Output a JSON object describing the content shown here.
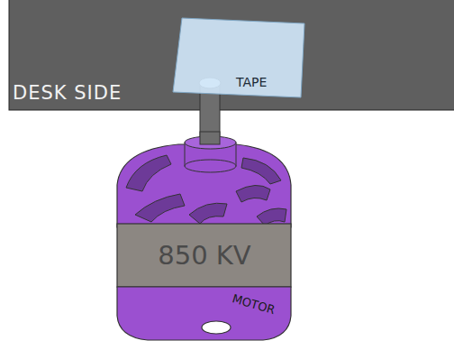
{
  "diagram": {
    "nodes": [
      {
        "text": [
          "DESK SIDE"
        ]
      },
      {
        "text": [
          "TAPE"
        ],
        "in": 0
      },
      {
        "text": [
          "850 KV",
          "MOTOR"
        ]
      }
    ]
  }
}
